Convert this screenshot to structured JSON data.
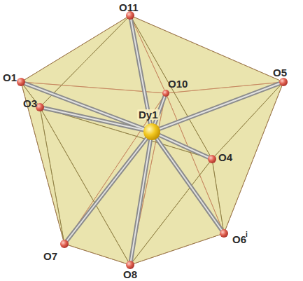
{
  "diagram": {
    "labels": [
      "O11",
      "O1",
      "O10",
      "O5",
      "O3",
      "Dy1",
      "O4",
      "O7",
      "O6",
      "i",
      "O8"
    ]
  }
}
